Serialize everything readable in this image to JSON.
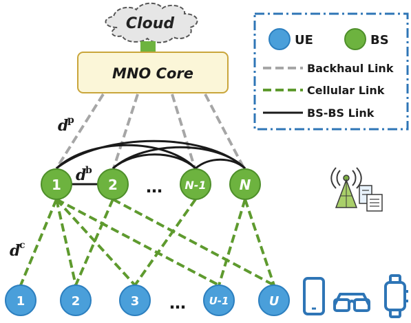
{
  "cloud": {
    "label": "Cloud"
  },
  "core": {
    "label": "MNO Core"
  },
  "legend": {
    "ue_label": "UE",
    "bs_label": "BS",
    "backhaul_label": "Backhaul Link",
    "cellular_label": "Cellular Link",
    "bsbs_label": "BS-BS Link"
  },
  "distances": {
    "dp": {
      "base": "d",
      "sup": "p"
    },
    "db": {
      "base": "d",
      "sup": "b"
    },
    "dc": {
      "base": "d",
      "sup": "c"
    }
  },
  "base_stations": [
    "1",
    "2",
    "N-1",
    "N"
  ],
  "bs_ellipsis": "…",
  "user_equipments": [
    "1",
    "2",
    "3",
    "U-1",
    "U"
  ],
  "ue_ellipsis": "…",
  "colors": {
    "ue_fill": "#4a9fda",
    "ue_stroke": "#2c7fbf",
    "bs_fill": "#6db33f",
    "bs_stroke": "#4e8f2a",
    "backhaul": "#a6a6a6",
    "cellular": "#5e9a2e",
    "bsbs": "#1a1a1a",
    "core_fill": "#fbf6d8",
    "core_stroke": "#c9a53a",
    "cloud_fill": "#e6e6e6",
    "legend_border": "#2e75b6"
  },
  "icons": [
    "cell-tower-icon",
    "smartphone-icon",
    "vr-glasses-icon",
    "smartwatch-icon"
  ]
}
